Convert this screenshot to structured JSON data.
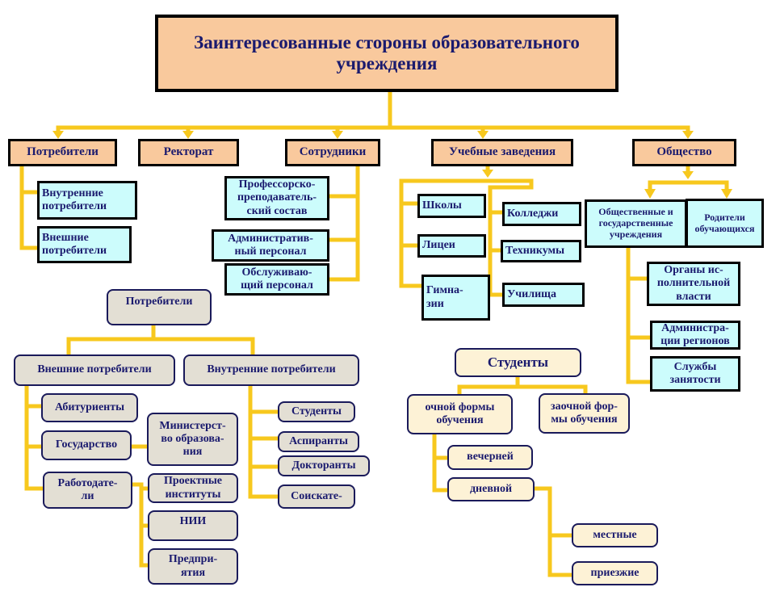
{
  "title": "Заинтересованные стороны образовательного\nучреждения",
  "top": {
    "consumers": "Потребители",
    "rectorate": "Ректорат",
    "staff": "Сотрудники",
    "institutions": "Учебные заведения",
    "society": "Общество"
  },
  "consumers_sub": [
    "Внутренние\nпотребители",
    "Внешние\nпотребители"
  ],
  "staff_sub": [
    "Профессорско-\nпреподаватель-\nский состав",
    "Административ-\nный персонал",
    "Обслуживаю-\nщий персонал"
  ],
  "institutions_sub": {
    "left": [
      "Школы",
      "Лицеи",
      "Гимна-\nзии"
    ],
    "right": [
      "Колледжи",
      "Техникумы",
      "Училища"
    ]
  },
  "society_sub": {
    "public": "Общественные и\nгосударственные\nучреждения",
    "parents": "Родители\nобучающихся",
    "items": [
      "Органы ис-\nполнительной\nвласти",
      "Администра-\nции регионов",
      "Службы\nзанятости"
    ]
  },
  "consumers_tree": {
    "root": "Потребители",
    "external": "Внешние потребители",
    "internal": "Внутренние потребители",
    "external_items": [
      "Абитуриенты",
      "Государство",
      "Работодате-\nли"
    ],
    "ministry": "Министерст-\nво образова-\nния",
    "employer_items": [
      "Проектные\nинституты",
      "НИИ",
      "Предпри-\nятия"
    ],
    "internal_items": [
      "Студенты",
      "Аспиранты",
      "Докторанты",
      "Соискате-"
    ]
  },
  "students_tree": {
    "root": "Студенты",
    "fulltime": "очной формы\nобучения",
    "parttime": "заочной фор-\nмы обучения",
    "fulltime_items": [
      "вечерней",
      "дневной"
    ],
    "day_items": [
      "местные",
      "приезжие"
    ]
  },
  "colors": {
    "connector": "#f7c81e",
    "header_fill": "#f9c99d",
    "cyan_fill": "#ccfcfc",
    "text": "#1a1a6e"
  }
}
